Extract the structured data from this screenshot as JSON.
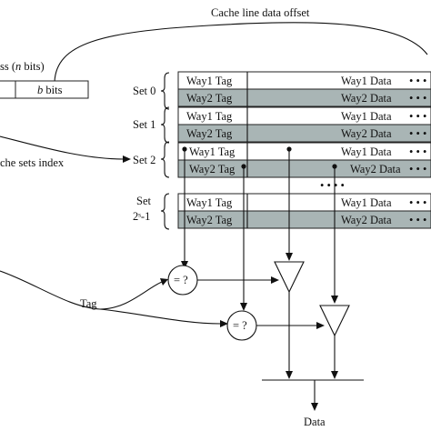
{
  "title": "Cache line data offset",
  "address": {
    "label_prefix": "ss (",
    "label_var": "n",
    "label_suffix": " bits)",
    "b_var": "b",
    "b_suffix": " bits"
  },
  "index_label": "che sets index",
  "tag_label": "Tag",
  "data_label": "Data",
  "sets": [
    {
      "label_top": "Set 0",
      "label_bottom": ""
    },
    {
      "label_top": "Set 1",
      "label_bottom": ""
    },
    {
      "label_top": "Set 2",
      "label_bottom": ""
    },
    {
      "label_top": "Set",
      "label_bottom": "2ˢ-1"
    }
  ],
  "ways": [
    {
      "tag": "Way1 Tag",
      "data": "Way1 Data"
    },
    {
      "tag": "Way2 Tag",
      "data": "Way2 Data"
    }
  ],
  "ellipsis": "• • •",
  "vdots_label": "• • • •",
  "comparator_label": "= ?",
  "colors": {
    "way2_fill": "#a9b5b5",
    "line": "#111111"
  }
}
